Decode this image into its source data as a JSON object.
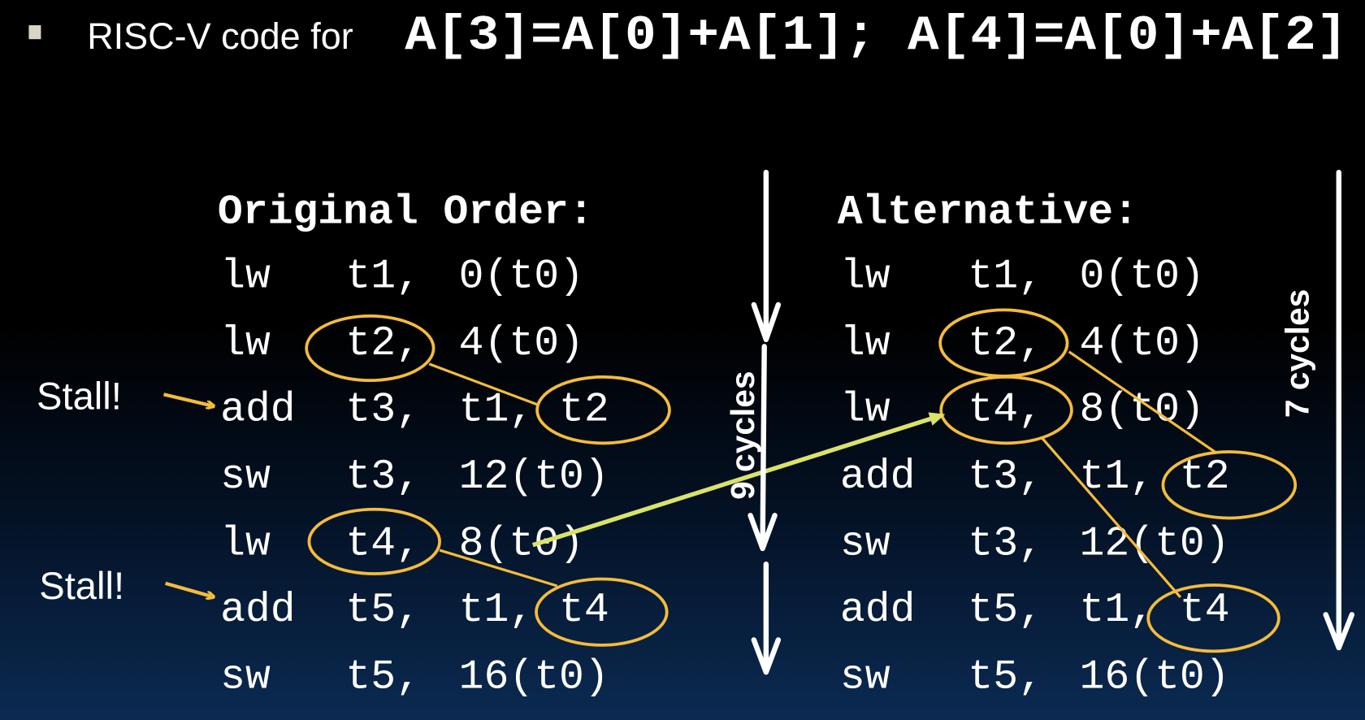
{
  "title": {
    "bullet_icon": "square-bullet",
    "prefix": "RISC-V code for ",
    "code": "A[3]=A[0]+A[1]; A[4]=A[0]+A[2]"
  },
  "original": {
    "heading": "Original Order:",
    "rows": [
      [
        "lw",
        "t1,",
        "0(t0)"
      ],
      [
        "lw",
        "t2,",
        "4(t0)"
      ],
      [
        "add",
        "t3,",
        "t1, t2"
      ],
      [
        "sw",
        "t3,",
        "12(t0)"
      ],
      [
        "lw",
        "t4,",
        "8(t0)"
      ],
      [
        "add",
        "t5,",
        "t1, t4"
      ],
      [
        "sw",
        "t5,",
        "16(t0)"
      ]
    ],
    "cycles_label": "9 cycles",
    "stall_label": "Stall!"
  },
  "alternative": {
    "heading": "Alternative:",
    "rows": [
      [
        "lw",
        "t1,",
        "0(t0)"
      ],
      [
        "lw",
        "t2,",
        "4(t0)"
      ],
      [
        "lw",
        "t4,",
        "8(t0)"
      ],
      [
        "add",
        "t3,",
        "t1, t2"
      ],
      [
        "sw",
        "t3,",
        "12(t0)"
      ],
      [
        "add",
        "t5,",
        "t1, t4"
      ],
      [
        "sw",
        "t5,",
        "16(t0)"
      ]
    ],
    "cycles_label": "7 cycles"
  },
  "colors": {
    "highlight": "#f4bc3c",
    "move_arrow": "#d9e36a",
    "text": "#ffffff"
  }
}
